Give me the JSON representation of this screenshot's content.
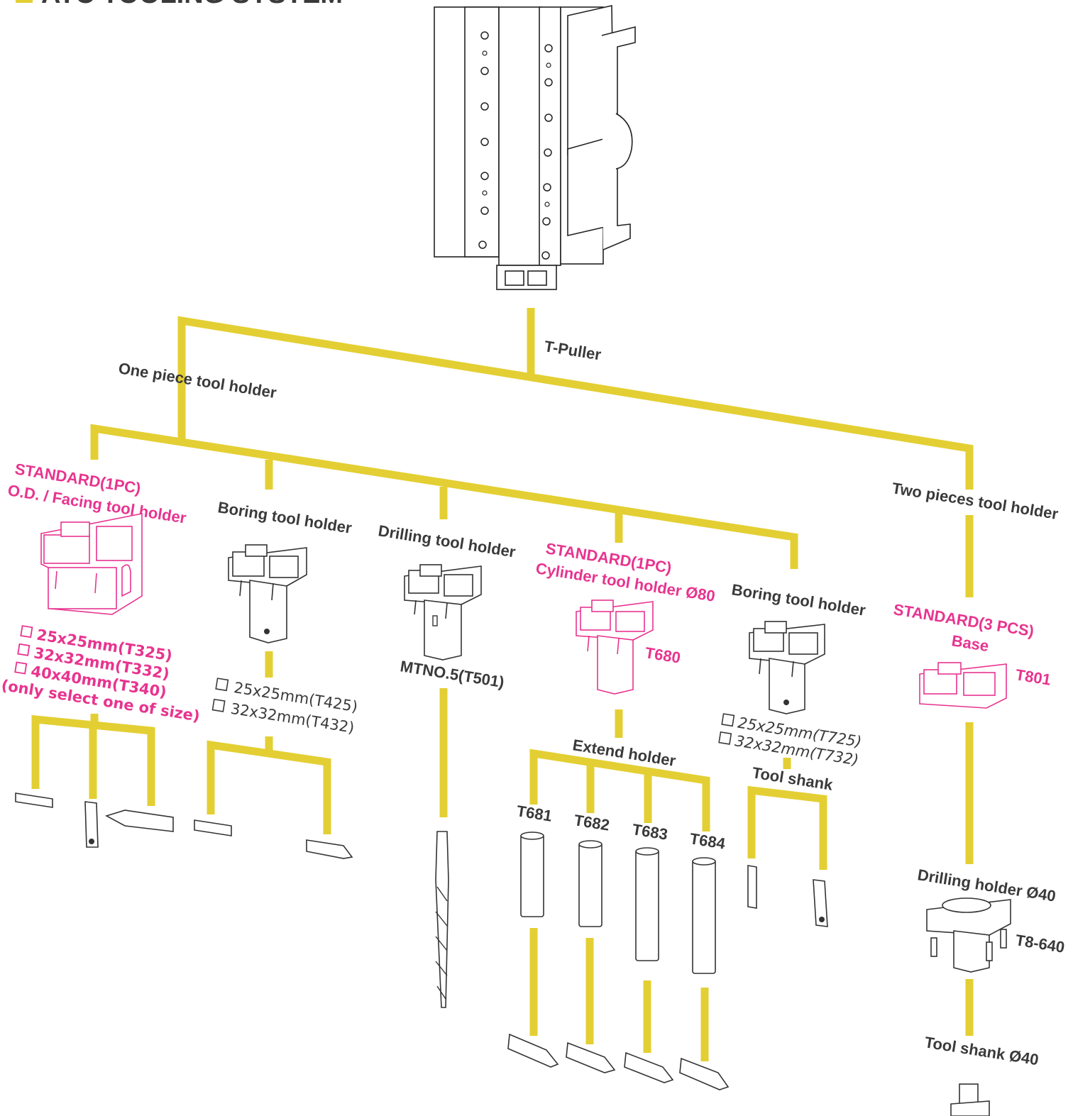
{
  "header": {
    "title": "ATC TOOLING SYSTEM"
  },
  "root": {
    "label": "T-Puller"
  },
  "one_piece": {
    "label": "One piece tool holder",
    "od_facing": {
      "standard": "STANDARD(1PC)",
      "name": "O.D. / Facing tool holder",
      "sizes": [
        "25x25mm(T325)",
        "32x32mm(T332)",
        "40x40mm(T340)"
      ],
      "note": "(only select one of size)"
    },
    "boring1": {
      "name": "Boring tool holder",
      "sizes": [
        "25x25mm(T425)",
        "32x32mm(T432)"
      ]
    },
    "drilling": {
      "name": "Drilling tool holder",
      "spec": "MTNO.5(T501)"
    },
    "cylinder": {
      "standard": "STANDARD(1PC)",
      "name": "Cylinder tool holder Ø80",
      "code": "T680",
      "extend_label": "Extend holder",
      "extends": [
        "T681",
        "T682",
        "T683",
        "T684"
      ]
    },
    "boring2": {
      "name": "Boring tool holder",
      "sizes": [
        "25x25mm(T725)",
        "32x32mm(T732)"
      ],
      "shank_label": "Tool shank"
    }
  },
  "two_piece": {
    "label": "Two pieces tool holder",
    "standard": "STANDARD(3 PCS)",
    "base_label": "Base",
    "base_code": "T801",
    "drilling_holder": "Drilling holder Ø40",
    "drilling_code": "T8-640",
    "tool_shank": "Tool shank Ø40"
  },
  "colors": {
    "connector": "#e3cf33",
    "standard": "#e8348f",
    "text": "#3a3a3a"
  }
}
